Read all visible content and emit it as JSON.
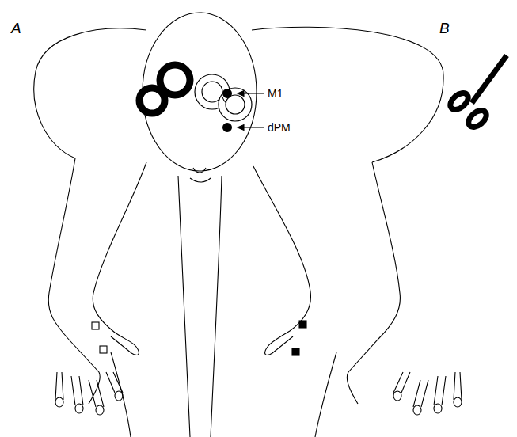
{
  "diagram": {
    "labels": [
      "A",
      "B",
      "M1",
      "dPM"
    ]
  }
}
